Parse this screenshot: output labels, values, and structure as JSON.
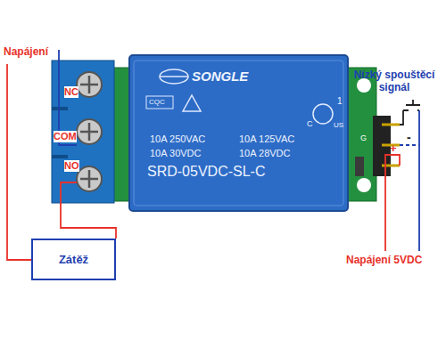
{
  "diagram": {
    "nodes": [
      {
        "text": [
          "Zátěž"
        ]
      }
    ],
    "labels": [
      "Napájení",
      "NC",
      "COM",
      "NO",
      "Nízký spouštěcí signál",
      "SONGLE",
      "CQC",
      "C",
      "US",
      "1",
      "10A 250VAC",
      "10A 125VAC",
      "10A 30VDC",
      "10A 28VDC",
      "SRD-05VDC-SL-C",
      "G",
      "-",
      "+",
      "Napájení 5VDC"
    ]
  }
}
